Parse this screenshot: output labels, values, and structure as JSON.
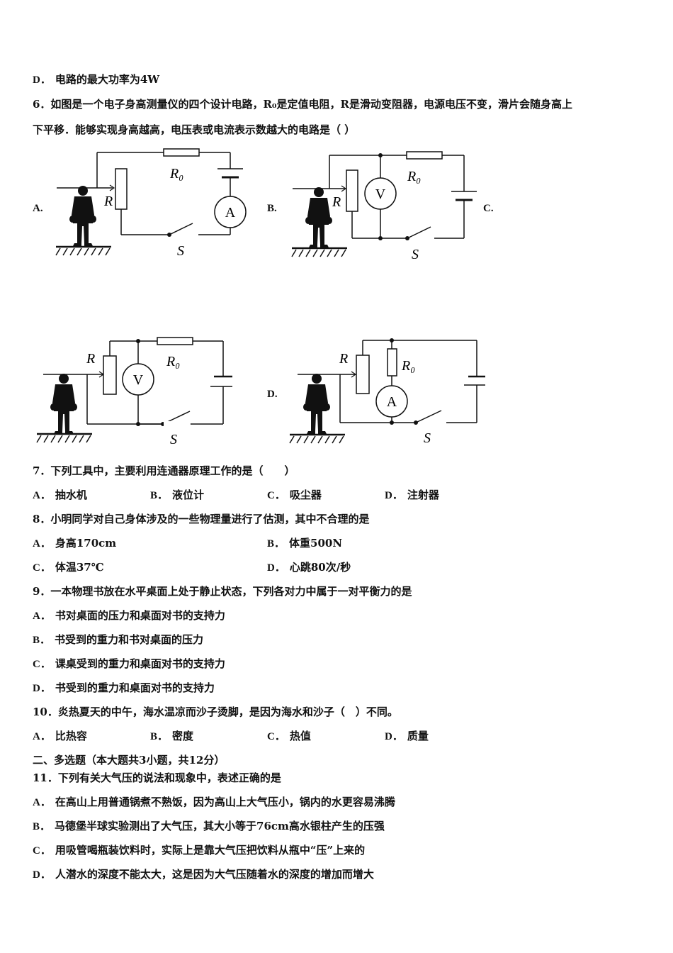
{
  "q5_tail": {
    "letter": "D．",
    "text": "电路的最大功率为4W"
  },
  "q6": {
    "stem_line1": "6．如图是一个电子身高测量仪的四个设计电路，R₀是定值电阻，R是滑动变阻器，电源电压不变，滑片会随身高上",
    "stem_line2": "下平移．能够实现身高越高，电压表或电流表示数越大的电路是（ ）",
    "figures": [
      {
        "label": "A.",
        "meter": "A",
        "resistor_label": "R₀",
        "rheostat_label": "R",
        "switch_label": "S"
      },
      {
        "label": "B.",
        "meter": "V",
        "resistor_label": "R₀",
        "rheostat_label": "R",
        "switch_label": "S"
      },
      {
        "label": "C.",
        "meter": "V",
        "resistor_label": "R₀",
        "rheostat_label": "R",
        "switch_label": "S"
      },
      {
        "label": "D.",
        "meter": "A",
        "resistor_label": "R₀",
        "rheostat_label": "R",
        "switch_label": "S"
      }
    ]
  },
  "q7": {
    "stem": "7．下列工具中，主要利用连通器原理工作的是（　　）",
    "options": [
      {
        "letter": "A．",
        "text": "抽水机"
      },
      {
        "letter": "B．",
        "text": "液位计"
      },
      {
        "letter": "C．",
        "text": "吸尘器"
      },
      {
        "letter": "D．",
        "text": "注射器"
      }
    ]
  },
  "q8": {
    "stem": "8．小明同学对自己身体涉及的一些物理量进行了估测，其中不合理的是",
    "options": [
      {
        "letter": "A．",
        "text": "身高170cm"
      },
      {
        "letter": "B．",
        "text": "体重500N"
      },
      {
        "letter": "C．",
        "text": "体温37℃"
      },
      {
        "letter": "D．",
        "text": "心跳80次/秒"
      }
    ]
  },
  "q9": {
    "stem": "9．一本物理书放在水平桌面上处于静止状态，下列各对力中属于一对平衡力的是",
    "options": [
      {
        "letter": "A．",
        "text": "书对桌面的压力和桌面对书的支持力"
      },
      {
        "letter": "B．",
        "text": "书受到的重力和书对桌面的压力"
      },
      {
        "letter": "C．",
        "text": "课桌受到的重力和桌面对书的支持力"
      },
      {
        "letter": "D．",
        "text": "书受到的重力和桌面对书的支持力"
      }
    ]
  },
  "q10": {
    "stem": "10．炎热夏天的中午，海水温凉而沙子烫脚，是因为海水和沙子（　）不同。",
    "options": [
      {
        "letter": "A．",
        "text": "比热容"
      },
      {
        "letter": "B．",
        "text": "密度"
      },
      {
        "letter": "C．",
        "text": "热值"
      },
      {
        "letter": "D．",
        "text": "质量"
      }
    ]
  },
  "section2": {
    "title": "二、多选题（本大题共3小题，共12分）"
  },
  "q11": {
    "stem": "11．下列有关大气压的说法和现象中，表述正确的是",
    "options": [
      {
        "letter": "A．",
        "text": "在高山上用普通锅煮不熟饭，因为高山上大气压小，锅内的水更容易沸腾"
      },
      {
        "letter": "B．",
        "text": "马德堡半球实验测出了大气压，其大小等于76cm高水银柱产生的压强"
      },
      {
        "letter": "C．",
        "text": "用吸管喝瓶装饮料时，实际上是靠大气压把饮料从瓶中“压”上来的"
      },
      {
        "letter": "D．",
        "text": "人潜水的深度不能太大，这是因为大气压随着水的深度的增加而增大"
      }
    ]
  }
}
